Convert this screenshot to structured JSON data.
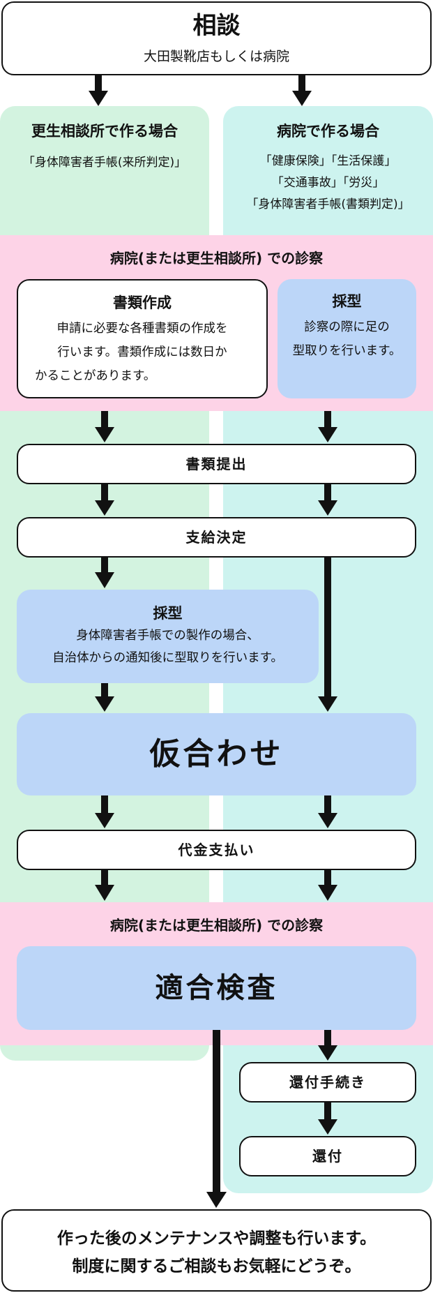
{
  "consult": {
    "title": "相談",
    "subtitle": "大田製靴店もしくは病院"
  },
  "left_lane": {
    "title": "更生相談所で作る場合",
    "desc": "「身体障害者手帳(来所判定)」"
  },
  "right_lane": {
    "title": "病院で作る場合",
    "lines": [
      "「健康保険」「生活保護」",
      "「交通事故」「労災」",
      "「身体障害者手帳(書類判定)」"
    ]
  },
  "exam1": {
    "title": "病院(または更生相談所) での診察",
    "docs": {
      "title": "書類作成",
      "lines": [
        "申請に必要な各種書類の作成を",
        "行います。書類作成には数日か",
        "かることがあります。"
      ]
    },
    "mold": {
      "title": "採型",
      "lines": [
        "診察の際に足の",
        "型取りを行います。"
      ]
    }
  },
  "submit": "書類提出",
  "decision": "支給決定",
  "mold2": {
    "title": "採型",
    "lines": [
      "身体障害者手帳での製作の場合、",
      "自治体からの通知後に型取りを行います。"
    ]
  },
  "fitting": "仮合わせ",
  "payment": "代金支払い",
  "exam2": {
    "title": "病院(または更生相談所) での診察",
    "check": "適合検査"
  },
  "refund_proc": "還付手続き",
  "refund": "還付",
  "footer": {
    "lines": [
      "作った後のメンテナンスや調整も行います。",
      "制度に関するご相談もお気軽にどうぞ。"
    ]
  }
}
